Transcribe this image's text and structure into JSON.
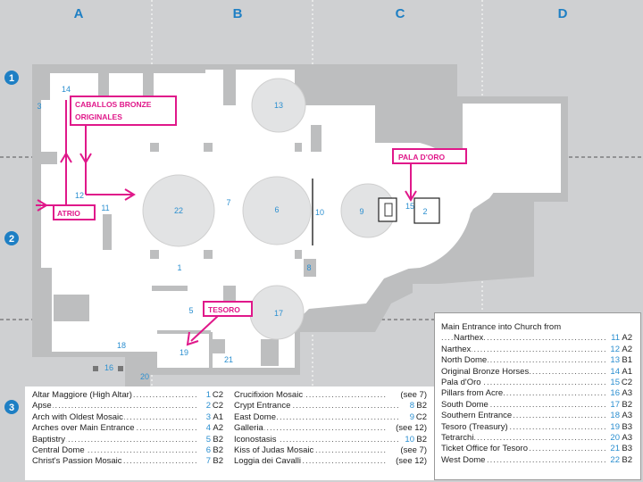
{
  "columns": [
    "A",
    "B",
    "C",
    "D"
  ],
  "rows": [
    "1",
    "2",
    "3"
  ],
  "colors": {
    "grid_background": "#cfd0d2",
    "walls": "#bdbebf",
    "floor": "#ffffff",
    "grid_marker": "#1e7fc4",
    "annotation": "#e0188a",
    "legend_number": "#2b8fd0"
  },
  "plan_numbers": [
    {
      "n": "1"
    },
    {
      "n": "2"
    },
    {
      "n": "3"
    },
    {
      "n": "5"
    },
    {
      "n": "6"
    },
    {
      "n": "7"
    },
    {
      "n": "8"
    },
    {
      "n": "9"
    },
    {
      "n": "10"
    },
    {
      "n": "11"
    },
    {
      "n": "12"
    },
    {
      "n": "13"
    },
    {
      "n": "14"
    },
    {
      "n": "15"
    },
    {
      "n": "16"
    },
    {
      "n": "17"
    },
    {
      "n": "18"
    },
    {
      "n": "19"
    },
    {
      "n": "20"
    },
    {
      "n": "21"
    },
    {
      "n": "22"
    }
  ],
  "annotations": {
    "caballos": [
      "CABALLOS BRONZE",
      "ORIGINALES"
    ],
    "atrio": "ATRIO",
    "pala": "PALA D'ORO",
    "tesoro": "TESORO"
  },
  "legend": {
    "col1": [
      {
        "name": "Altar Maggiore (High Altar)",
        "num": "1",
        "grid": "C2"
      },
      {
        "name": "Apse",
        "num": "2",
        "grid": "C2"
      },
      {
        "name": "Arch with Oldest Mosaic",
        "num": "3",
        "grid": "A1"
      },
      {
        "name": "Arches over Main Entrance",
        "num": "4",
        "grid": "A2"
      },
      {
        "name": "Baptistry",
        "num": "5",
        "grid": "B2"
      },
      {
        "name": "Central Dome",
        "num": "6",
        "grid": "B2"
      },
      {
        "name": "Christ's Passion Mosaic",
        "num": "7",
        "grid": "B2"
      }
    ],
    "col2": [
      {
        "name": "Crucifixion Mosaic",
        "num": "",
        "grid": "(see 7)"
      },
      {
        "name": "Crypt Entrance",
        "num": "8",
        "grid": "B2"
      },
      {
        "name": "East Dome",
        "num": "9",
        "grid": "C2"
      },
      {
        "name": "Galleria",
        "num": "",
        "grid": "(see 12)"
      },
      {
        "name": "Iconostasis",
        "num": "10",
        "grid": "B2"
      },
      {
        "name": "Kiss of Judas Mosaic",
        "num": "",
        "grid": "(see 7)"
      },
      {
        "name": "Loggia dei Cavalli",
        "num": "",
        "grid": "(see 12)"
      }
    ],
    "col3": [
      {
        "name": "Main Entrance into Church from",
        "num": "",
        "grid": ""
      },
      {
        "name": "Narthex",
        "num": "11",
        "grid": "A2",
        "indent": true
      },
      {
        "name": "Narthex",
        "num": "12",
        "grid": "A2"
      },
      {
        "name": "North Dome",
        "num": "13",
        "grid": "B1"
      },
      {
        "name": "Original Bronze Horses",
        "num": "14",
        "grid": "A1"
      },
      {
        "name": "Pala d'Oro",
        "num": "15",
        "grid": "C2"
      },
      {
        "name": "Pillars from Acre",
        "num": "16",
        "grid": "A3"
      },
      {
        "name": "South Dome",
        "num": "17",
        "grid": "B2"
      },
      {
        "name": "Southern Entrance",
        "num": "18",
        "grid": "A3"
      },
      {
        "name": "Tesoro (Treasury)",
        "num": "19",
        "grid": "B3"
      },
      {
        "name": "Tetrarchi",
        "num": "20",
        "grid": "A3"
      },
      {
        "name": "Ticket Office for Tesoro",
        "num": "21",
        "grid": "B3"
      },
      {
        "name": "West Dome",
        "num": "22",
        "grid": "B2"
      }
    ]
  }
}
